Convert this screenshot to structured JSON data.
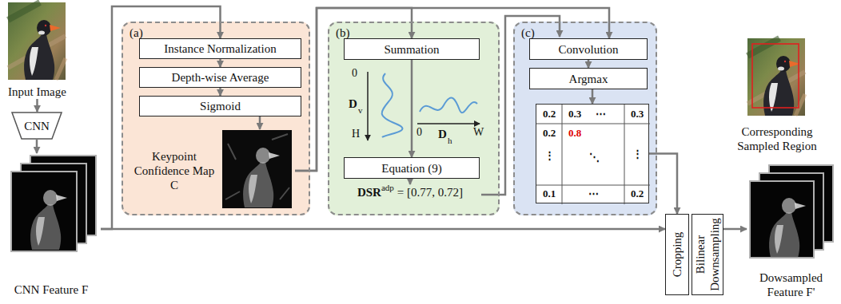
{
  "diagram": {
    "nodes": [
      {
        "text": [
          "Input Image"
        ]
      },
      {
        "text": [
          "CNN"
        ]
      },
      {
        "text": [
          "CNN Feature F"
        ]
      },
      {
        "text": [
          "(a)"
        ]
      },
      {
        "text": [
          "Instance Normalization"
        ],
        "in": 3
      },
      {
        "text": [
          "Depth-wise Average"
        ],
        "in": 3
      },
      {
        "text": [
          "Sigmoid"
        ],
        "in": 3
      },
      {
        "text": [
          "Keypoint Confidence Map C"
        ],
        "in": 3
      },
      {
        "text": [
          "(b)"
        ]
      },
      {
        "text": [
          "Summation"
        ],
        "in": 8
      },
      {
        "text": [
          "Equation (9)"
        ],
        "in": 8
      },
      {
        "text": [
          "(c)"
        ]
      },
      {
        "text": [
          "Convolution"
        ],
        "in": 11
      },
      {
        "text": [
          "Argmax"
        ],
        "in": 11
      },
      {
        "text": [
          "0.2",
          "0.3",
          "⋯",
          "0.3",
          "0.2",
          "0.8",
          "⋮",
          "⋮",
          "⋱",
          "0.1",
          "⋯",
          "0.2"
        ],
        "in": 11
      },
      {
        "text": [
          "Corresponding Sampled Region"
        ]
      },
      {
        "text": [
          "Cropping"
        ]
      },
      {
        "text": [
          "Bilinear Downsampling"
        ]
      },
      {
        "text": [
          "Dowsampled Feature F'"
        ]
      }
    ],
    "edges": [
      {
        "from": 0,
        "to": 1,
        "arrow": "to"
      },
      {
        "from": 1,
        "to": 2,
        "arrow": "to"
      },
      {
        "from": 2,
        "to": 4,
        "arrow": "to"
      },
      {
        "from": 2,
        "to": 16,
        "arrow": "to"
      },
      {
        "from": 4,
        "to": 5,
        "arrow": "to"
      },
      {
        "from": 5,
        "to": 6,
        "arrow": "to"
      },
      {
        "from": 6,
        "to": 7,
        "arrow": "to"
      },
      {
        "from": 7,
        "to": 9,
        "arrow": "to"
      },
      {
        "from": 7,
        "to": 12,
        "arrow": "to"
      },
      {
        "from": 9,
        "to": 10,
        "arrow": "to"
      },
      {
        "from": 12,
        "to": 13,
        "arrow": "to"
      },
      {
        "from": 13,
        "to": 14,
        "arrow": "to"
      },
      {
        "from": 14,
        "to": 16,
        "arrow": "to"
      },
      {
        "from": 17,
        "to": 18,
        "arrow": "to"
      }
    ],
    "labels": [
      "0",
      "H",
      "D",
      "v",
      "0",
      "W",
      "D",
      "h",
      "DSR",
      "adp",
      "= [0.77, 0.72]"
    ]
  }
}
